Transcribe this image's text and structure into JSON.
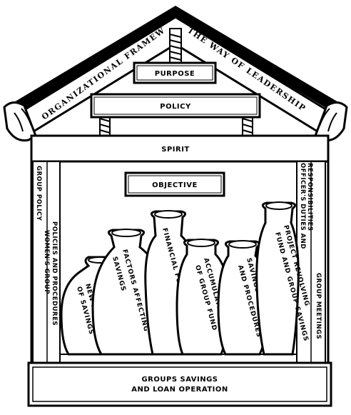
{
  "roof": {
    "left_label": "ORGANIZATIONAL FRAMEWORK",
    "right_label": "THE WAY OF LEADERSHIP"
  },
  "attic": {
    "purpose": "PURPOSE",
    "policy": "POLICY"
  },
  "beam": {
    "spirit": "SPIRIT"
  },
  "objective": "OBJECTIVE",
  "left_pillar": {
    "outer": "GROUP POLICY",
    "inner_line1": "WOMEN'S GROUP",
    "inner_line2": "POLICIES AND PROCEDURES"
  },
  "right_pillar": {
    "outer_line1": "OFFICER'S DUTIES AND",
    "outer_line2": "RESPONSIBILITIES",
    "inner": "GROUP MEETINGS"
  },
  "jars": [
    {
      "line1": "NEW METHOD",
      "line2": "OF SAVINGS"
    },
    {
      "line1": "FACTORS AFFECTING",
      "line2": "SAVINGS"
    },
    {
      "line1": "FINANCIAL FORMS",
      "line2": ""
    },
    {
      "line1": "ACCUMULATION",
      "line2": "OF GROUP FUND"
    },
    {
      "line1": "SAVINGS POLICIES",
      "line2": "AND PROCEDURES"
    },
    {
      "line1": "PROJECT REVOLVING",
      "line2": "FUND AND GROUP SAVINGS"
    }
  ],
  "foundation": {
    "line1": "GROUPS SAVINGS",
    "line2": "AND LOAN OPERATION"
  }
}
